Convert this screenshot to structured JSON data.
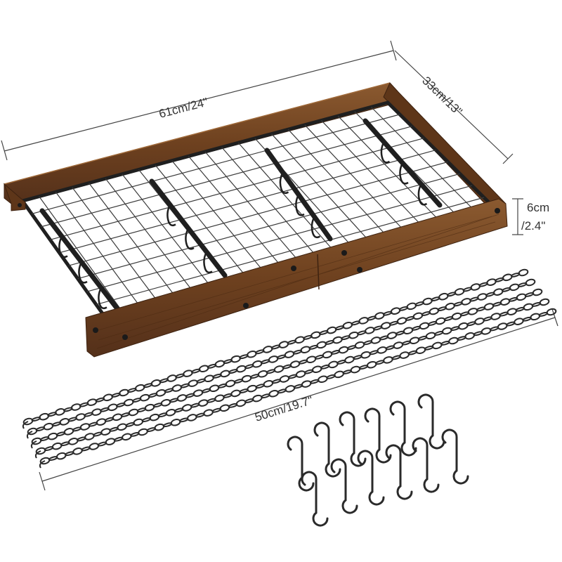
{
  "dimensions": {
    "length": "61cm/24\"",
    "width": "33cm/13\"",
    "height_cm": "6cm",
    "height_in": "/2.4\"",
    "chain_length": "50cm/19.7\""
  },
  "colors": {
    "wood": "#7a4a26",
    "wood_dark": "#4e2c14",
    "metal": "#2a2a2a",
    "background": "#ffffff"
  },
  "icons": {
    "rack": "pot-rack-illustration",
    "chains": "chain-illustration",
    "hooks": "s-hook-illustration"
  }
}
